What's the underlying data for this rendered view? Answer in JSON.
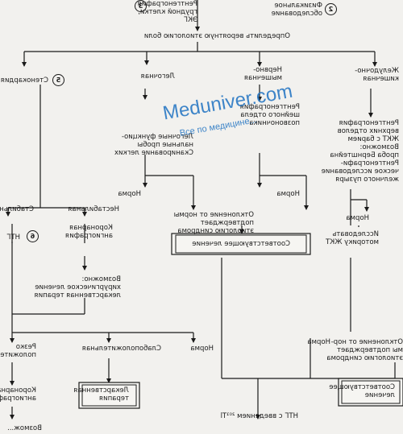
{
  "nodes": {
    "xray_line1": "Рентгенография",
    "xray_line2": "грудной клетки,",
    "xray_line3": "ЭКГ",
    "badge_3": "3",
    "exercise_line1": "Физикальное",
    "exercise_line2": "обследование",
    "badge_2": "2",
    "determine_etiology": "Определить вероятную этиологию боли",
    "esoph_line1": "Желудочно-",
    "esoph_line2": "кишечная",
    "neuro_line1": "Нервно-",
    "neuro_line2": "мышечная",
    "pulm": "Легочная",
    "stenocardia": "Стенокардия",
    "badge_5": "5",
    "spine_line1": "Рентгенография",
    "spine_line2": "шейного отдела",
    "spine_line3": "позвоночника",
    "pft_line1": "Легочные функцио-",
    "pft_line2": "нальные пробы",
    "pft_line3": "Сканирование легких",
    "gi_line1": "Рентгенография",
    "gi_line2": "верхних отделов",
    "gi_line3": "ЖКТ с барием",
    "gi_line4": "Возможно:",
    "gi_line5": "проба Бернштейна",
    "gi_line6": "Рентгенографи-",
    "gi_line7": "ческое исследование",
    "gi_line8": "желчного пузыря",
    "norm_spine": "Норма",
    "norm_pft": "Норма",
    "norm_gi": "Норма",
    "confirm_line1": "Отклонение от нормы",
    "confirm_line2": "подтверждает",
    "confirm_line3": "этиологию синдрома",
    "treatment_box": "Соответствующее лечение",
    "motility_line1": "Исследовать",
    "motility_line2": "моторику ЖКТ",
    "stable": "Стабильная",
    "unstable": "Нестабильная",
    "ntg": "НТГ",
    "badge_6": "6",
    "coronary_line1": "Коронарная",
    "coronary_line2": "ангиография",
    "possible_line1": "Возможно:",
    "possible_line2": "хирургическое лечение",
    "possible_line3": "лекарственная терапия",
    "strong_pos_line1": "Резко",
    "strong_pos_line2": "положительная",
    "weak_pos": "Слабоположительная",
    "norm_test": "Норма",
    "norm_gi2": "Норма",
    "coronary2_line1": "Коронарная",
    "coronary2_line2": "ангиография",
    "drug_line1": "Лекарственная",
    "drug_line2": "терапия",
    "confirm2_line1": "Отклонение от нор-",
    "confirm2_line2": "мы подтверждает",
    "confirm2_line3": "этиологию синдрома",
    "treat2_line1": "Соответствующее",
    "treat2_line2": "лечение",
    "ntg_iv": "НТГ с введением ²⁰¹Tl",
    "possible2": "Возмож..."
  },
  "watermark": {
    "site": "Meduniver.com",
    "tagline": "Все по медицине..."
  },
  "colors": {
    "ink": "#1a1a1a",
    "paper": "#f2f1ee",
    "watermark": "#2a79c4"
  }
}
